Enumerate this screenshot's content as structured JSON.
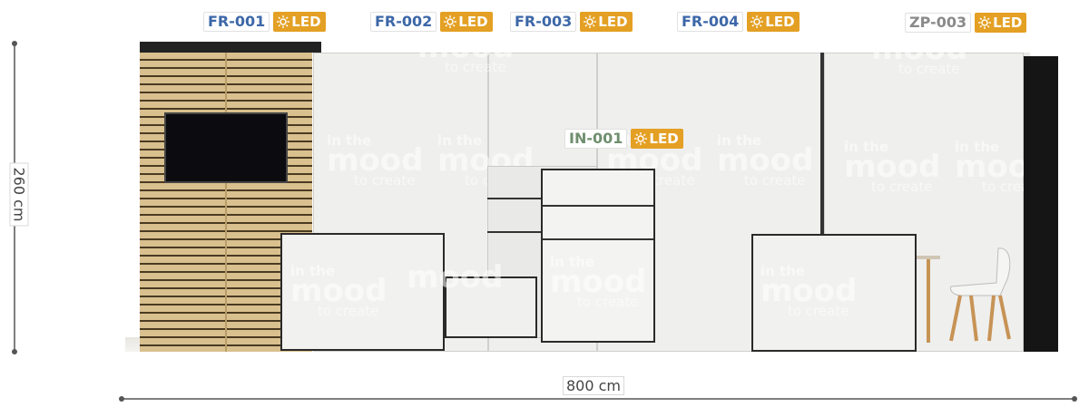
{
  "labels": {
    "fr001": {
      "code": "FR-001",
      "badge": "LED"
    },
    "fr002": {
      "code": "FR-002",
      "badge": "LED"
    },
    "fr003": {
      "code": "FR-003",
      "badge": "LED"
    },
    "fr004": {
      "code": "FR-004",
      "badge": "LED"
    },
    "zp003": {
      "code": "ZP-003",
      "badge": "LED"
    },
    "in001": {
      "code": "IN-001",
      "badge": "LED"
    }
  },
  "dimensions": {
    "height": "260 cm",
    "width": "800 cm"
  },
  "watermark": {
    "line1": "in the",
    "line2": "mood",
    "line3": "to create"
  },
  "colors": {
    "code_blue": "#3d68a8",
    "code_grey": "#8a8a8a",
    "code_green": "#6f8f6e",
    "led_badge": "#e4a024",
    "slat_wood": "#d9c08f"
  }
}
